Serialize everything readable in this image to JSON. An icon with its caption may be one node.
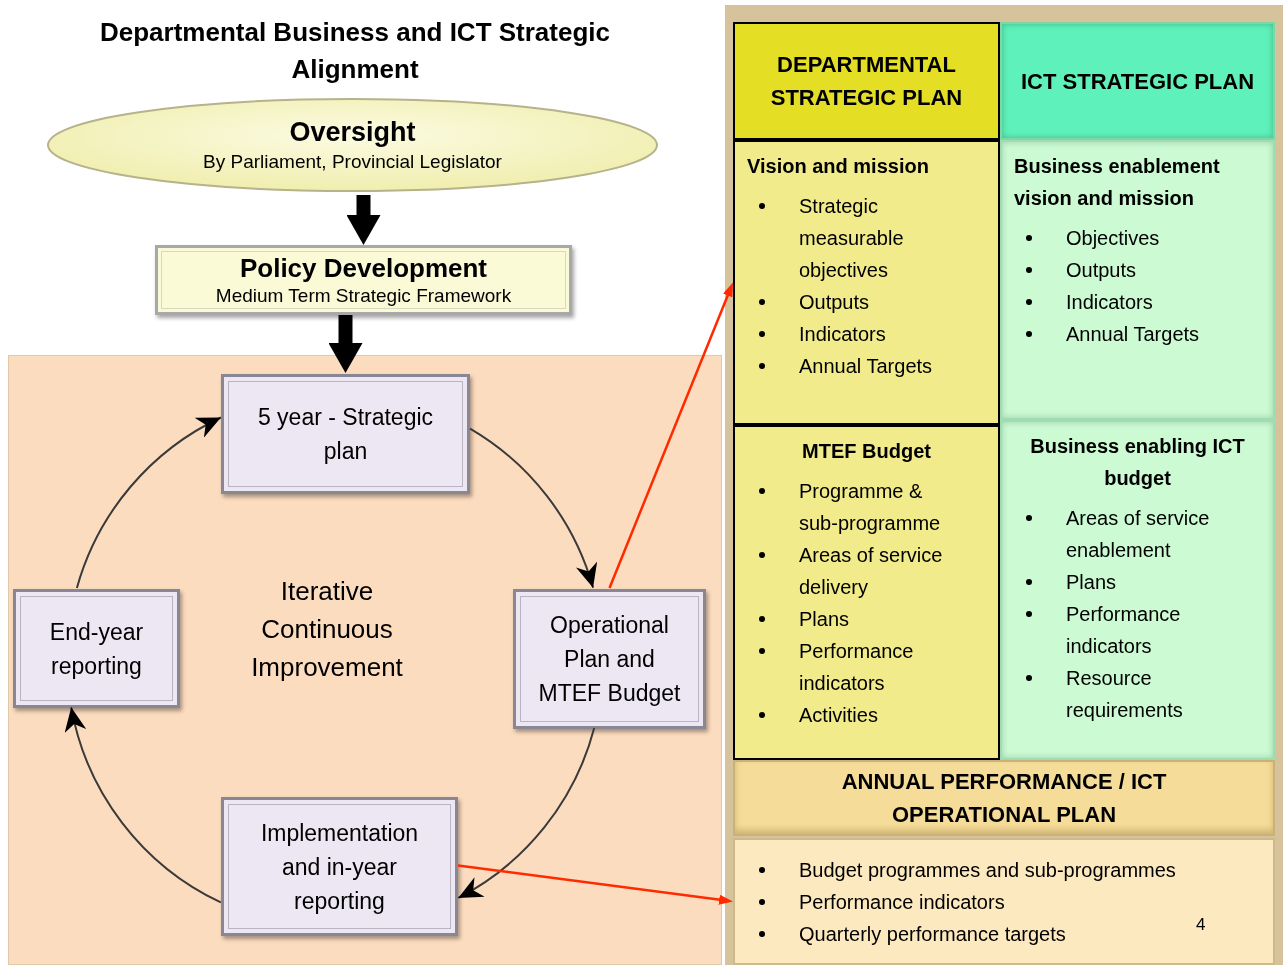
{
  "diagram": {
    "title": "Departmental Business and ICT Strategic Alignment",
    "nodes": [
      {
        "text": [
          "Oversight",
          "By Parliament, Provincial Legislator"
        ]
      },
      {
        "text": [
          "Policy Development",
          "Medium Term Strategic Framework"
        ]
      },
      {
        "text": [],
        "shape": "box"
      },
      {
        "text": [
          "5 year - Strategic plan"
        ],
        "in": 2
      },
      {
        "text": [
          "Operational Plan and MTEF Budget"
        ],
        "in": 2
      },
      {
        "text": [
          "Implementation and in-year reporting"
        ],
        "in": 2
      },
      {
        "text": [
          "End-year reporting"
        ],
        "in": 2
      },
      {
        "text": [],
        "shape": "box"
      },
      {
        "text": [
          "DEPARTMENTAL STRATEGIC PLAN"
        ],
        "in": 7
      },
      {
        "text": [
          "ICT STRATEGIC PLAN"
        ],
        "in": 7
      },
      {
        "text": [
          "Vision and mission",
          "Strategic measurable objectives",
          "Outputs",
          "Indicators",
          "Annual Targets"
        ],
        "in": 7
      },
      {
        "text": [
          "Business enablement vision and mission",
          "Objectives",
          "Outputs",
          "Indicators",
          "Annual Targets"
        ],
        "in": 7
      },
      {
        "text": [
          "MTEF Budget",
          "Programme & sub-programme",
          "Areas of service delivery",
          "Plans",
          "Performance indicators",
          "Activities"
        ],
        "in": 7
      },
      {
        "text": [
          "Business enabling ICT budget",
          "Areas of service enablement",
          "Plans",
          "Performance indicators",
          "Resource requirements"
        ],
        "in": 7
      },
      {
        "text": [
          "ANNUAL PERFORMANCE / ICT OPERATIONAL PLAN"
        ],
        "in": 7
      },
      {
        "text": [
          "Budget programmes and sub-programmes",
          "Performance indicators",
          "Quarterly performance targets"
        ],
        "in": 7
      }
    ],
    "edges": [
      {
        "from": 0,
        "to": 1,
        "arrow": "to",
        "style": "thick"
      },
      {
        "from": 1,
        "to": 3,
        "arrow": "to",
        "style": "thick"
      },
      {
        "from": 3,
        "to": 4,
        "arrow": "to"
      },
      {
        "from": 4,
        "to": 5,
        "arrow": "to"
      },
      {
        "from": 5,
        "to": 6,
        "arrow": "to"
      },
      {
        "from": 6,
        "to": 3,
        "arrow": "to"
      },
      {
        "from": 4,
        "to": 10,
        "arrow": "to",
        "color": "#ff2a00"
      },
      {
        "from": 5,
        "to": 15,
        "arrow": "to",
        "color": "#ff2a00"
      }
    ],
    "labels": [
      "Iterative Continuous Improvement",
      "4"
    ]
  }
}
